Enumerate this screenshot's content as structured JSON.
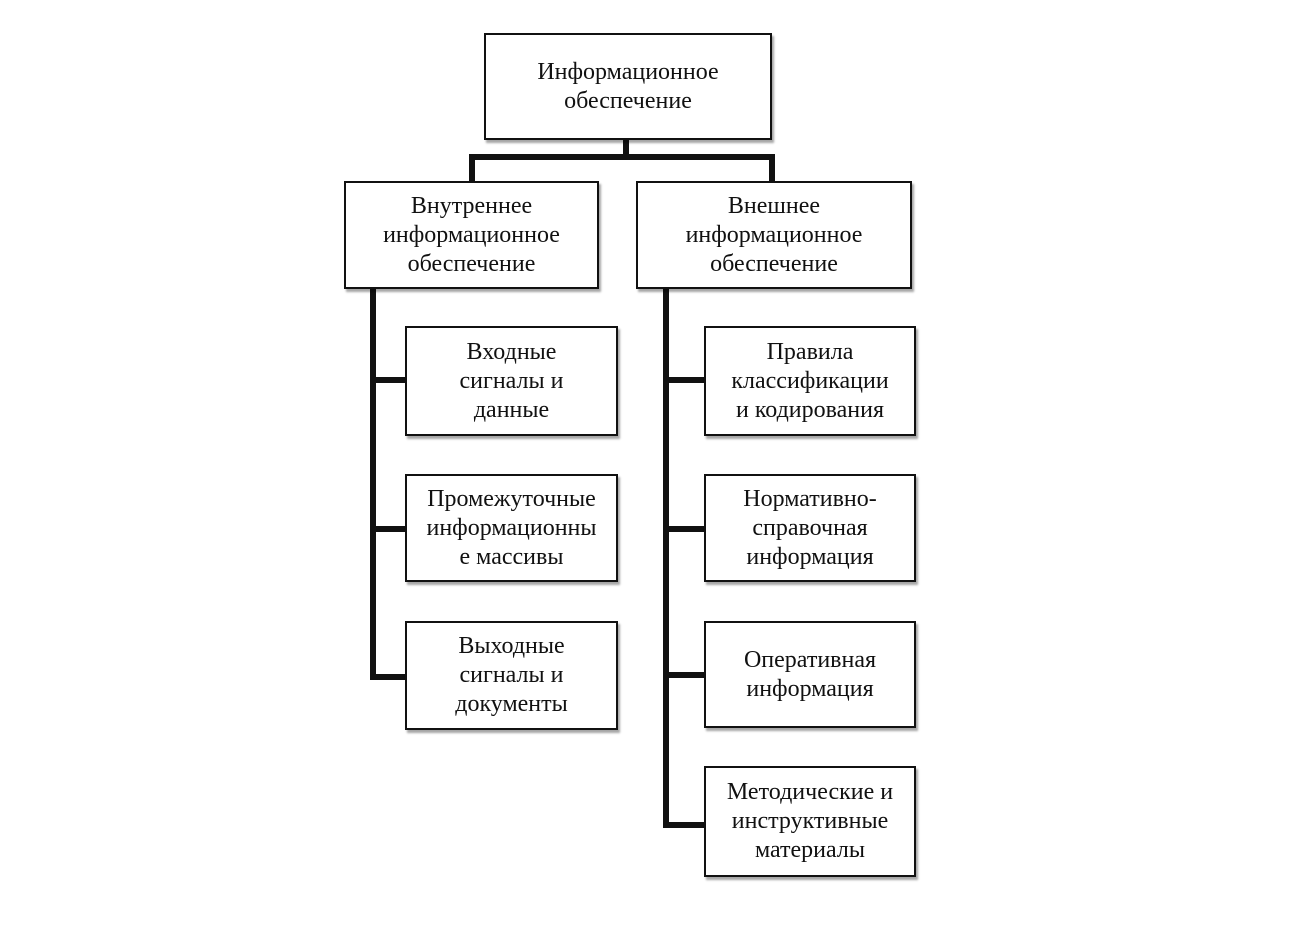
{
  "diagram": {
    "root": {
      "lines": [
        "Информационное",
        "обеспечение"
      ]
    },
    "internal": {
      "lines": [
        "Внутреннее",
        "информационное",
        "обеспечение"
      ],
      "children": [
        {
          "lines": [
            "Входные",
            "сигналы и",
            "данные"
          ]
        },
        {
          "lines": [
            "Промежуточные",
            "информационны",
            "е массивы"
          ]
        },
        {
          "lines": [
            "Выходные",
            "сигналы и",
            "документы"
          ]
        }
      ]
    },
    "external": {
      "lines": [
        "Внешнее",
        "информационное",
        "обеспечение"
      ],
      "children": [
        {
          "lines": [
            "Правила",
            "классификации",
            "и кодирования"
          ]
        },
        {
          "lines": [
            "Нормативно-",
            "справочная",
            "информация"
          ]
        },
        {
          "lines": [
            "Оперативная",
            "информация"
          ]
        },
        {
          "lines": [
            "Методические и",
            "инструктивные",
            "материалы"
          ]
        }
      ]
    }
  }
}
